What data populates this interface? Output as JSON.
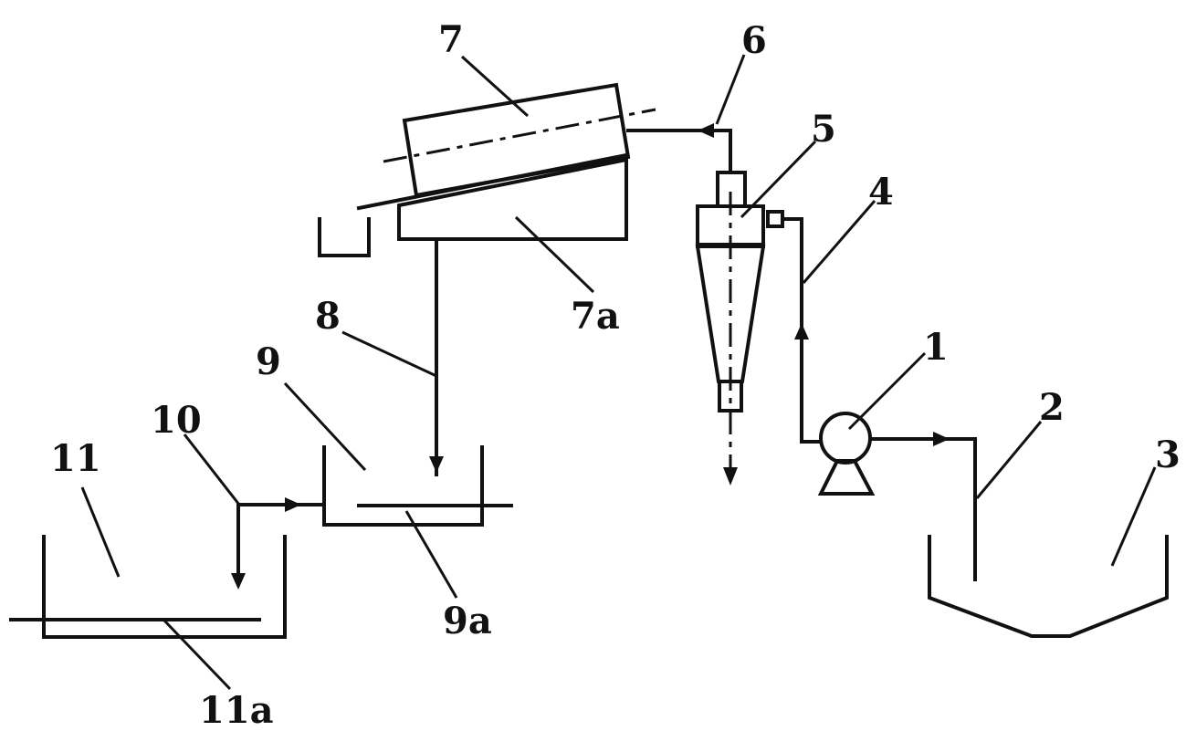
{
  "labels": {
    "pump": "1",
    "suction_pipe": "2",
    "tank": "3",
    "feed_pipe": "4",
    "hydrocyclone": "5",
    "overflow_pipe": "6",
    "drum_screen": "7",
    "screen_hopper": "7a",
    "downpipe": "8",
    "settling_tank": "9",
    "settling_tank_pipe": "9a",
    "transfer_pipe": "10",
    "collection_tank": "11",
    "collection_tank_pipe": "11a"
  }
}
